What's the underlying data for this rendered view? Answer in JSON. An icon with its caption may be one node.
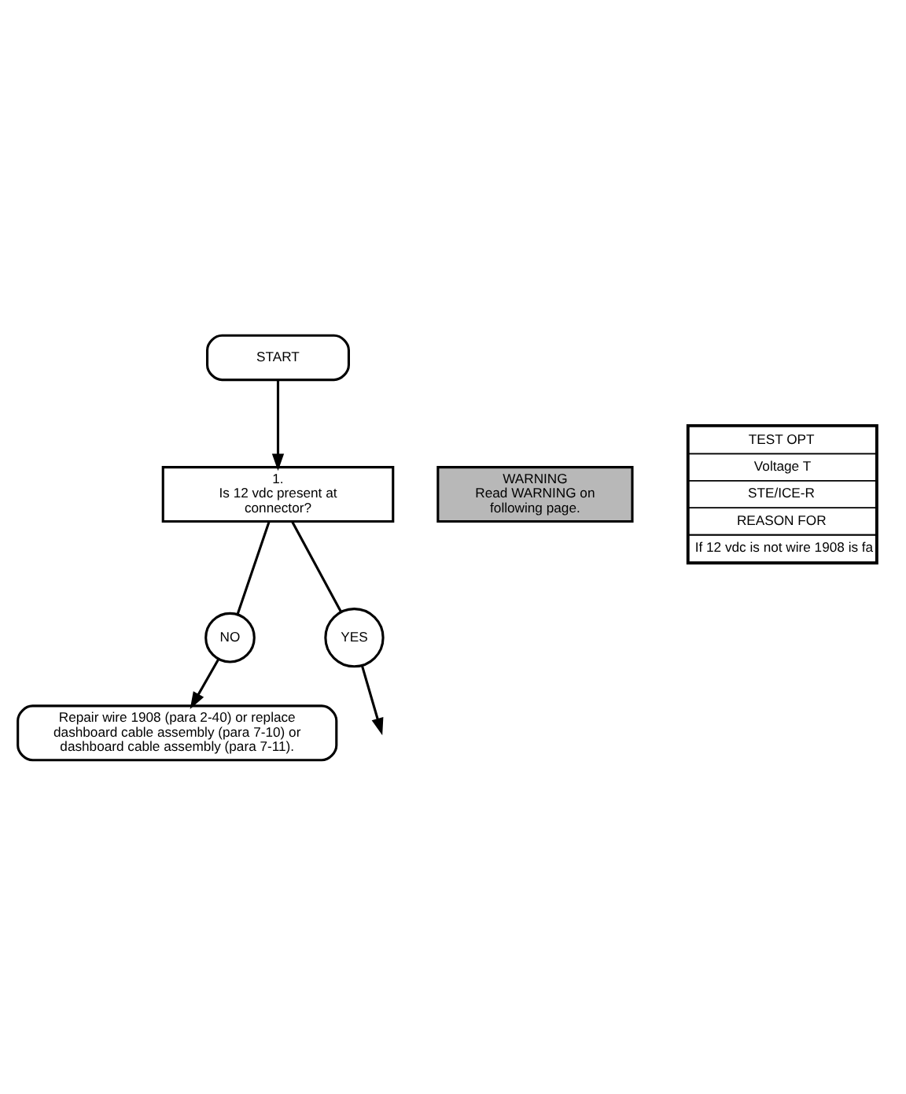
{
  "diagram": {
    "nodes": [
      {
        "text": [
          "START"
        ]
      },
      {
        "text": [
          "1.",
          "Is 12 vdc present at connector?"
        ]
      },
      {
        "text": [
          "WARNING",
          "Read WARNING on following page."
        ]
      },
      {
        "text": [
          "NO"
        ]
      },
      {
        "text": [
          "YES"
        ]
      },
      {
        "text": [
          "Repair wire 1908 (para 2-40) or replace dashboard cable assembly (para 7-10) or dashboard cable assembly (para 7-11)."
        ]
      }
    ],
    "edges": [
      {
        "from": 0,
        "to": 1,
        "arrow": "to"
      },
      {
        "from": 1,
        "to": 3,
        "arrow": "none"
      },
      {
        "from": 3,
        "to": 5,
        "arrow": "to"
      },
      {
        "from": 1,
        "to": 4,
        "arrow": "none"
      },
      {
        "from": 4,
        "to": null,
        "arrow": "to"
      }
    ],
    "labels": [
      "TEST OPT",
      "Voltage T",
      "STE/ICE-R",
      "REASON FOR",
      "If 12 vdc is not wire 1908 is fa"
    ]
  }
}
